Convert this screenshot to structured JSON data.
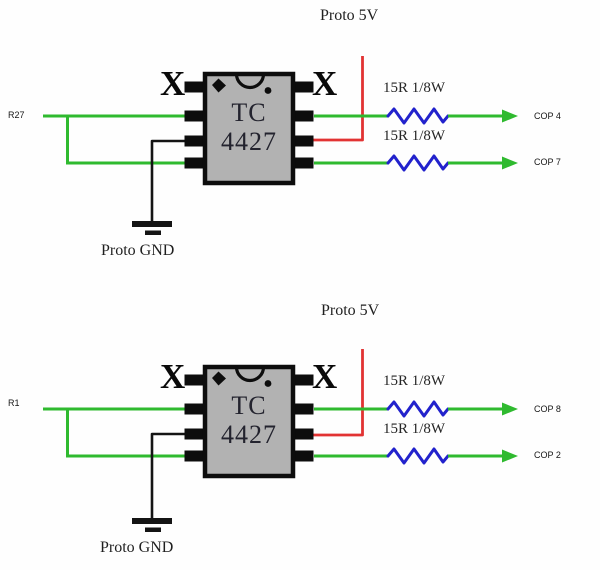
{
  "colors": {
    "wire_green": "#2fba2f",
    "wire_red": "#e23333",
    "resistor_blue": "#2222cc",
    "wire_black": "#141414",
    "chip_fill": "#b2b2b2",
    "chip_outline": "#0d0d0d",
    "background": "#fefefe"
  },
  "circuits": [
    {
      "supply_label": "Proto 5V",
      "ground_label": "Proto GND",
      "input_label": "R27",
      "chip": {
        "line1": "TC",
        "line2": "4427"
      },
      "nc_left": "X",
      "nc_right": "X",
      "outputs": [
        {
          "resistor_label": "15R 1/8W",
          "net_label": "COP 4"
        },
        {
          "resistor_label": "15R 1/8W",
          "net_label": "COP 7"
        }
      ]
    },
    {
      "supply_label": "Proto 5V",
      "ground_label": "Proto GND",
      "input_label": "R1",
      "chip": {
        "line1": "TC",
        "line2": "4427"
      },
      "nc_left": "X",
      "nc_right": "X",
      "outputs": [
        {
          "resistor_label": "15R 1/8W",
          "net_label": "COP 8"
        },
        {
          "resistor_label": "15R 1/8W",
          "net_label": "COP 2"
        }
      ]
    }
  ]
}
